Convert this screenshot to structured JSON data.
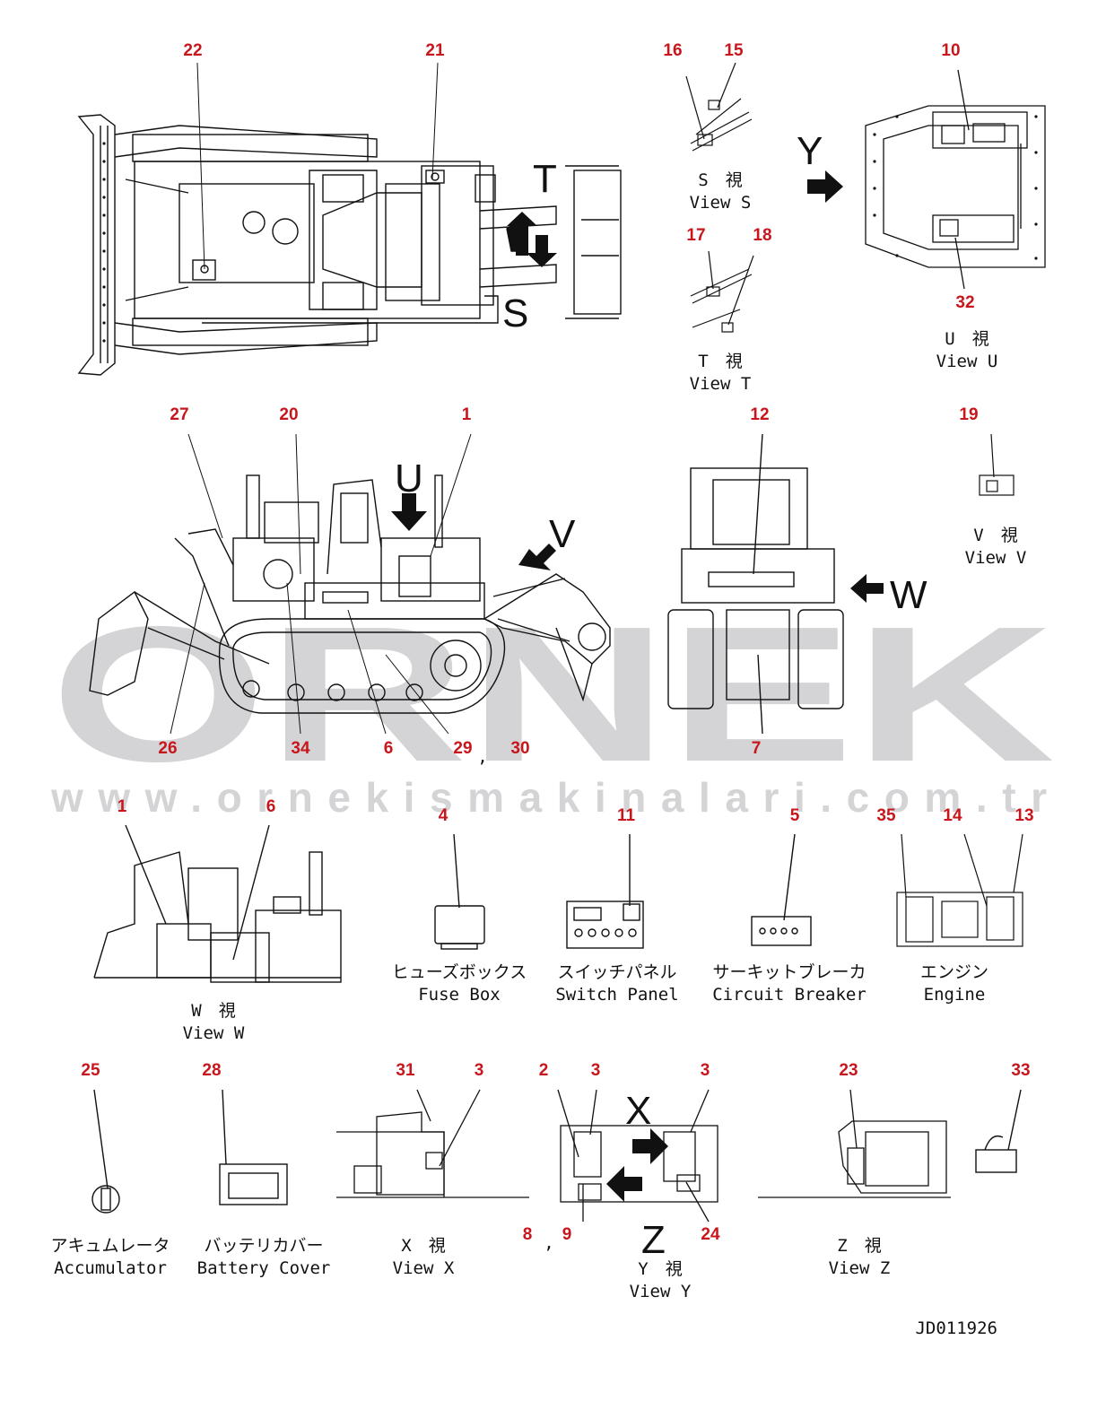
{
  "watermark": {
    "brand": "ORNEK",
    "url": "www.ornekismakinalari.com.tr"
  },
  "drawing_id": "JD011926",
  "part_numbers": {
    "n1": "1",
    "n2": "2",
    "n3": "3",
    "n4": "4",
    "n5": "5",
    "n6": "6",
    "n7": "7",
    "n8": "8",
    "n9": "9",
    "n10": "10",
    "n11": "11",
    "n12": "12",
    "n13": "13",
    "n14": "14",
    "n15": "15",
    "n16": "16",
    "n17": "17",
    "n18": "18",
    "n19": "19",
    "n20": "20",
    "n21": "21",
    "n22": "22",
    "n23": "23",
    "n24": "24",
    "n25": "25",
    "n26": "26",
    "n27": "27",
    "n28": "28",
    "n29": "29",
    "n30": "30",
    "n31": "31",
    "n32": "32",
    "n33": "33",
    "n34": "34",
    "n35": "35"
  },
  "separators": {
    "comma": ","
  },
  "view_letters": {
    "S": "S",
    "T": "T",
    "U": "U",
    "V": "V",
    "W": "W",
    "X": "X",
    "Y": "Y",
    "Z": "Z"
  },
  "captions": {
    "view_s_jp": "S　視",
    "view_s_en": "View S",
    "view_t_jp": "T　視",
    "view_t_en": "View T",
    "view_u_jp": "U　視",
    "view_u_en": "View U",
    "view_v_jp": "V　視",
    "view_v_en": "View V",
    "view_w_jp": "W　視",
    "view_w_en": "View W",
    "view_x_jp": "X　視",
    "view_x_en": "View X",
    "view_y_jp": "Y　視",
    "view_y_en": "View Y",
    "view_z_jp": "Z　視",
    "view_z_en": "View Z",
    "fuse_box_jp": "ヒューズボックス",
    "fuse_box_en": "Fuse Box",
    "switch_panel_jp": "スイッチパネル",
    "switch_panel_en": "Switch Panel",
    "circuit_breaker_jp": "サーキットブレーカ",
    "circuit_breaker_en": "Circuit Breaker",
    "engine_jp": "エンジン",
    "engine_en": "Engine",
    "accumulator_jp": "アキュムレータ",
    "accumulator_en": "Accumulator",
    "battery_cover_jp": "バッテリカバー",
    "battery_cover_en": "Battery Cover"
  },
  "colors": {
    "callout": "#c8161d",
    "line": "#111111",
    "watermark": "#d4d4d6"
  }
}
